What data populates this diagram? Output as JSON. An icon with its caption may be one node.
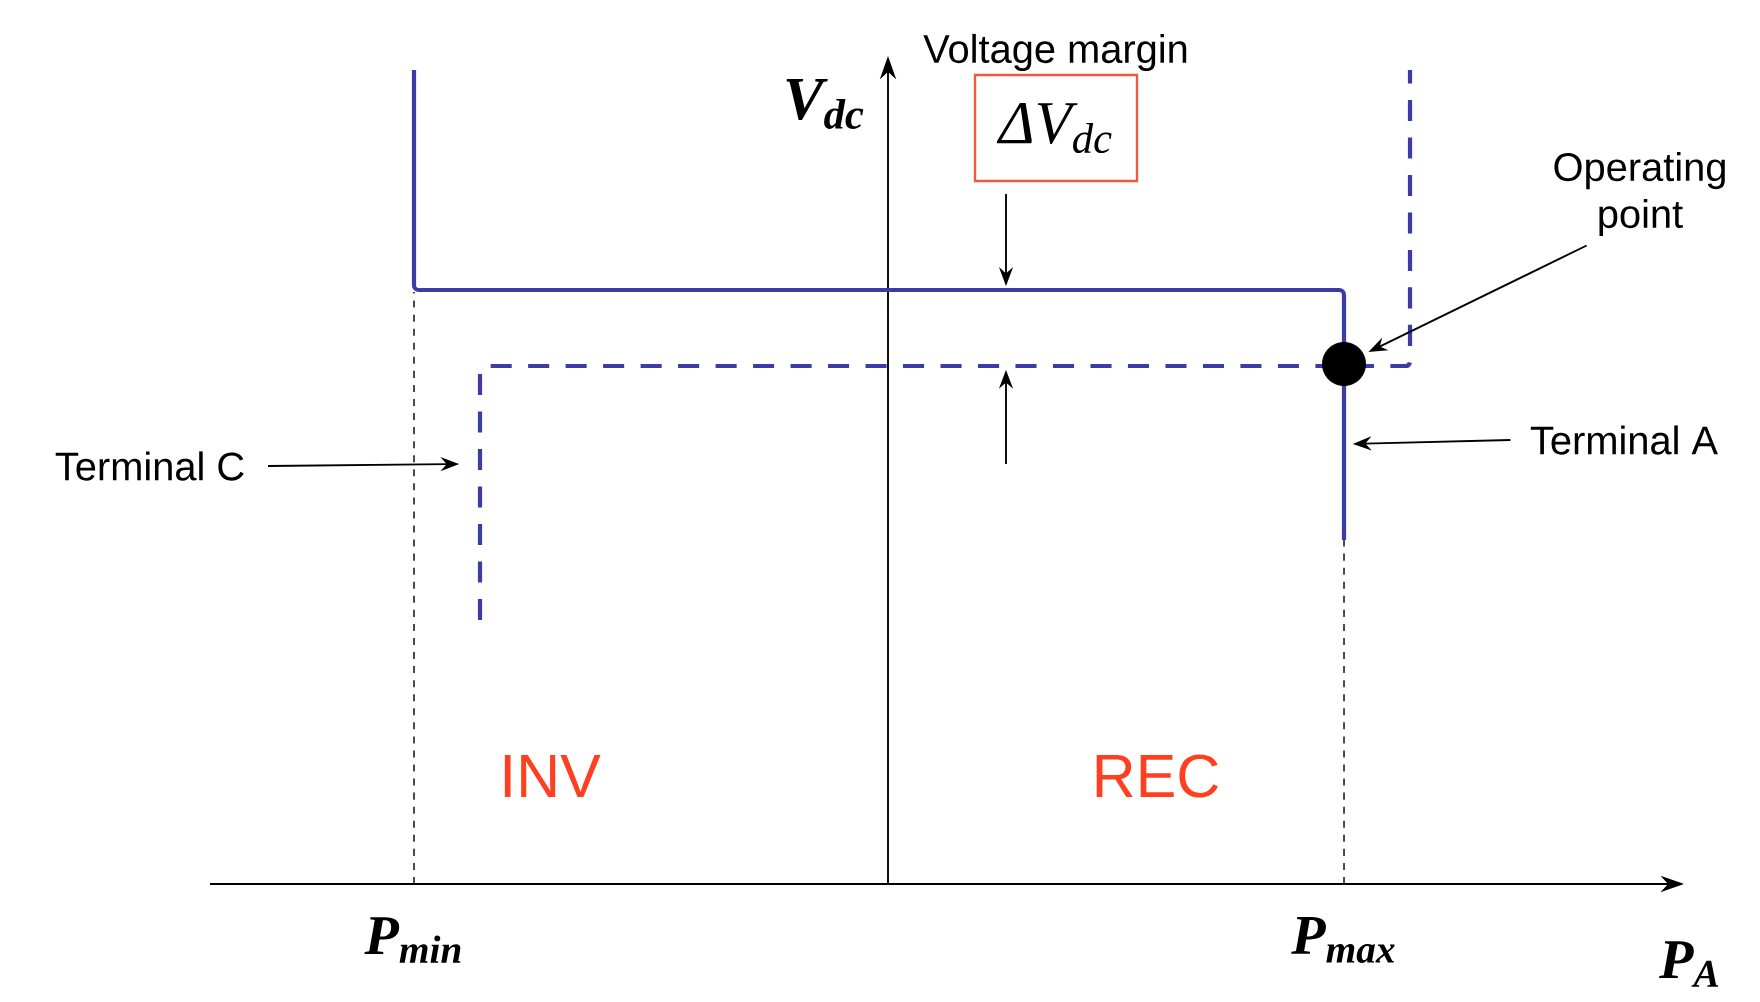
{
  "diagram": {
    "nodes": [
      {
        "text": [
          "Voltage margin",
          "ΔV$_{dc}$"
        ]
      },
      {
        "text": [
          "Operating point"
        ]
      },
      {
        "text": [],
        "shape": "circle"
      },
      {
        "text": [
          "Terminal A"
        ]
      },
      {
        "text": [
          "Terminal C"
        ]
      }
    ],
    "edges": [
      {
        "from": 1,
        "to": 2,
        "arrow": "to"
      },
      {
        "from": 3,
        "to": null,
        "arrow": "to"
      },
      {
        "from": 4,
        "to": null,
        "arrow": "to"
      }
    ],
    "labels": [
      "V$_{dc}$",
      "INV",
      "REC",
      "P$_{min}$",
      "P$_{max}$",
      "P$_{A}$"
    ]
  }
}
